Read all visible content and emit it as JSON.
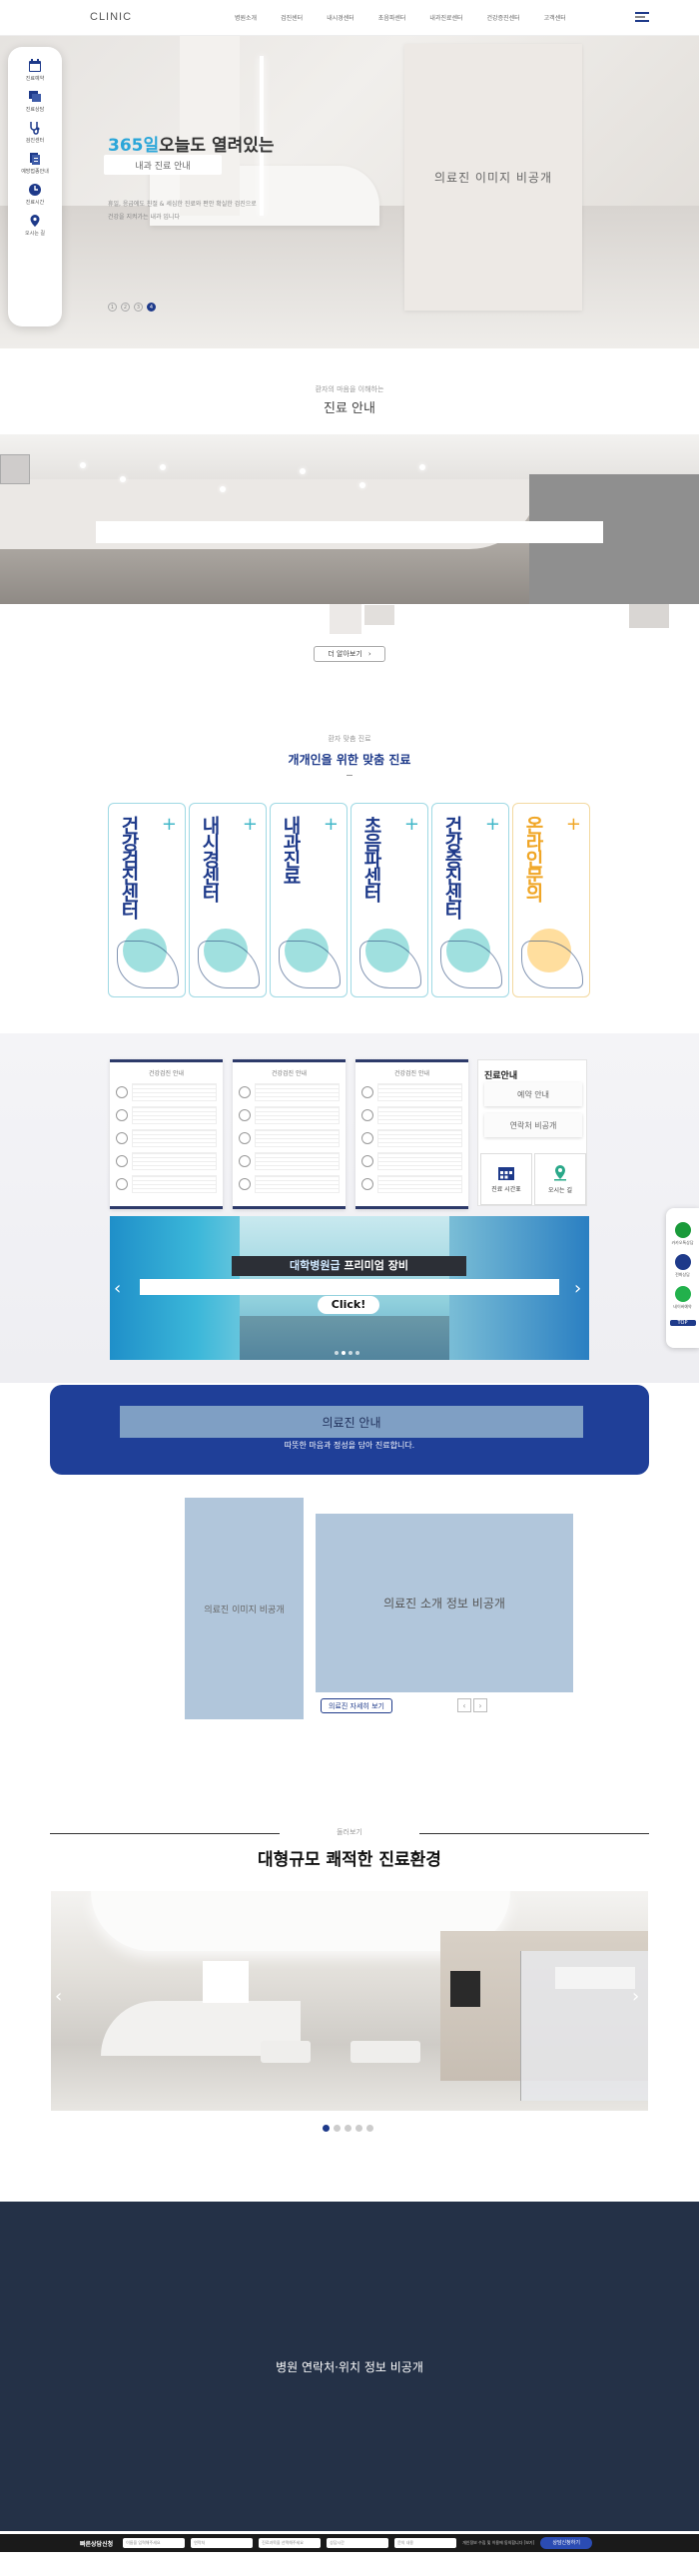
{
  "header": {
    "logo": "CLINIC",
    "nav": [
      "병원소개",
      "검진센터",
      "내시경센터",
      "초음파센터",
      "내과진료센터",
      "건강증진센터",
      "고객센터"
    ]
  },
  "quick_menu": [
    {
      "label": "진료예약",
      "icon": "calendar-icon"
    },
    {
      "label": "진료상담",
      "icon": "chat-icon"
    },
    {
      "label": "검진센터",
      "icon": "stethoscope-icon"
    },
    {
      "label": "예방접종안내",
      "icon": "document-icon"
    },
    {
      "label": "진료시간",
      "icon": "clock-icon"
    },
    {
      "label": "오시는 길",
      "icon": "location-icon"
    }
  ],
  "hero": {
    "title_highlight": "365일",
    "title_rest": "오늘도 열려있는",
    "sub": "내과 진료 안내",
    "desc_line1": "휴일, 응급에도 친절 & 세심한 진료와 편안 확실한 검진으로",
    "desc_line2": "건강을 지켜가는 내과 입니다",
    "dots": [
      "1",
      "2",
      "3",
      "4"
    ],
    "private_label": "의료진 이미지 비공개"
  },
  "care_intro": {
    "sub": "환자의 마음을 이해하는",
    "title": "진료 안내",
    "more": "더 알아보기"
  },
  "custom_care": {
    "sub": "환자 맞춤 진료",
    "title": "개개인을 위한 맞춤 진료",
    "cards": [
      "건강검진센터",
      "내시경센터",
      "내과진료",
      "초음파센터",
      "건강증진센터",
      "온라인문의"
    ]
  },
  "schedule": {
    "titles": [
      "건강검진 안내",
      "건강검진 안내",
      "건강검진 안내"
    ],
    "info_title": "진료안내",
    "info_btn1": "예약 안내",
    "info_btn2": "연락처 비공개",
    "info_time": "진료 시간표",
    "info_map": "오시는 길"
  },
  "equipment": {
    "title_highlight": "대학병원급",
    "title_rest": " 프리미엄 장비",
    "click": "Click!"
  },
  "side_float": {
    "items": [
      "카카오톡상담",
      "전화상담",
      "네이버예약"
    ],
    "top": "TOP"
  },
  "doctors": {
    "title": "의료진 안내",
    "desc": "따뜻한 마음과 정성을 담아 진료합니다.",
    "img_label": "의료진 이미지 비공개",
    "info_label": "의료진 소개 정보 비공개",
    "btn": "의료진 자세히 보기"
  },
  "tour": {
    "sub": "둘러보기",
    "title": "대형규모 쾌적한 진료환경"
  },
  "footer": {
    "text": "병원 연락처·위치 정보 비공개"
  },
  "quick_bar": {
    "label": "빠른상담신청",
    "f1": "이름을 입력해주세요",
    "f2": "연락처",
    "f3": "진료과목을 선택해주세요",
    "f4": "상담시간",
    "f5": "문의 내용",
    "agree": "개인정보 수집 및 이용에 동의합니다 [보기]",
    "btn": "상담신청하기"
  },
  "colors": {
    "navy": "#1e3a8a",
    "teal": "#40b7c8",
    "orange": "#f0a626",
    "footer": "#243147"
  }
}
